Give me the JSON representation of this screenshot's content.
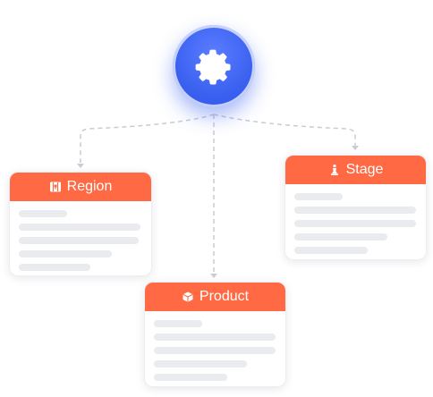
{
  "hub": {
    "icon": "gear-icon",
    "color": "#3b61f0"
  },
  "cards": {
    "region": {
      "label": "Region",
      "icon": "map-icon"
    },
    "stage": {
      "label": "Stage",
      "icon": "chess-piece-icon"
    },
    "product": {
      "label": "Product",
      "icon": "box-icon"
    }
  },
  "colors": {
    "header": "#ff6a45",
    "placeholder": "#e9ebef",
    "connector": "#c9ccd4"
  }
}
